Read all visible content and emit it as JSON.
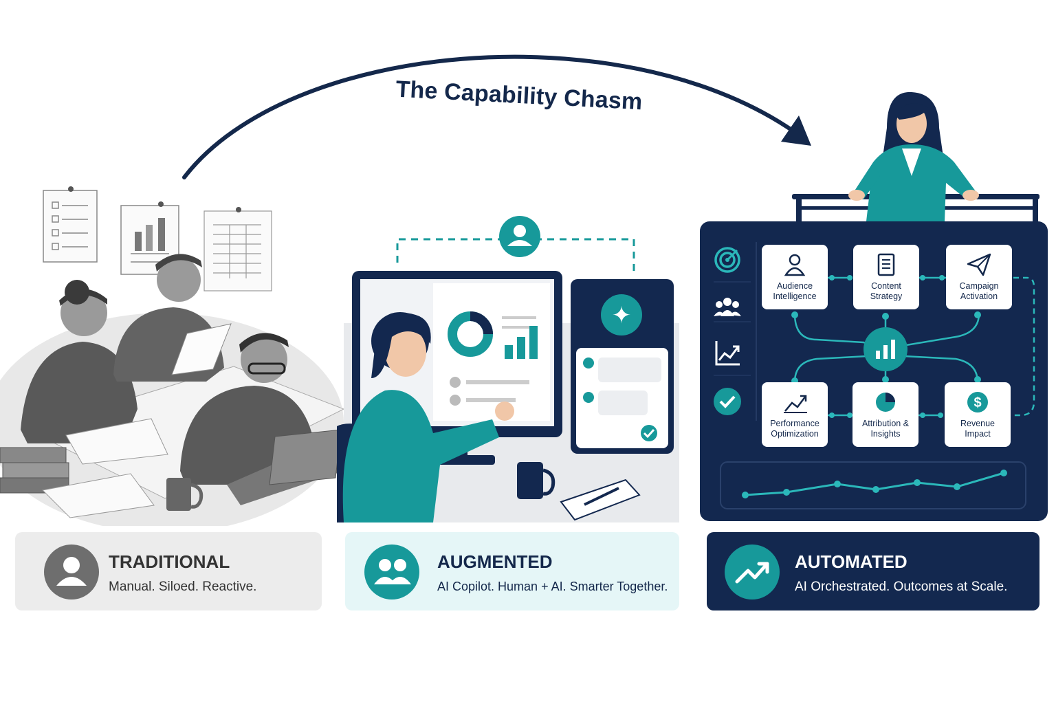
{
  "title": "The Capability Chasm",
  "stages": [
    {
      "title": "TRADITIONAL",
      "subtitle": "Manual. Siloed. Reactive.",
      "icon": "person-icon"
    },
    {
      "title": "AUGMENTED",
      "subtitle": "AI Copilot. Human + AI. Smarter Together.",
      "icon": "people-icon"
    },
    {
      "title": "AUTOMATED",
      "subtitle": "AI Orchestrated. Outcomes at Scale.",
      "icon": "trend-up-icon"
    }
  ],
  "workflow_cards": [
    {
      "label": "Audience\nIntelligence",
      "icon": "person-icon"
    },
    {
      "label": "Content\nStrategy",
      "icon": "document-icon"
    },
    {
      "label": "Campaign\nActivation",
      "icon": "paper-plane-icon"
    },
    {
      "label": "Performance\nOptimization",
      "icon": "trend-up-icon"
    },
    {
      "label": "Attribution &\nInsights",
      "icon": "pie-chart-icon"
    },
    {
      "label": "Revenue\nImpact",
      "icon": "dollar-icon"
    }
  ],
  "sidebar_icons": [
    "target-icon",
    "team-icon",
    "line-chart-icon",
    "check-icon"
  ],
  "colors": {
    "navy": "#13284f",
    "teal": "#17999a",
    "teal_light": "#e5f6f7",
    "gray_card": "#ececec",
    "gray_circle": "#6e6e6e"
  }
}
